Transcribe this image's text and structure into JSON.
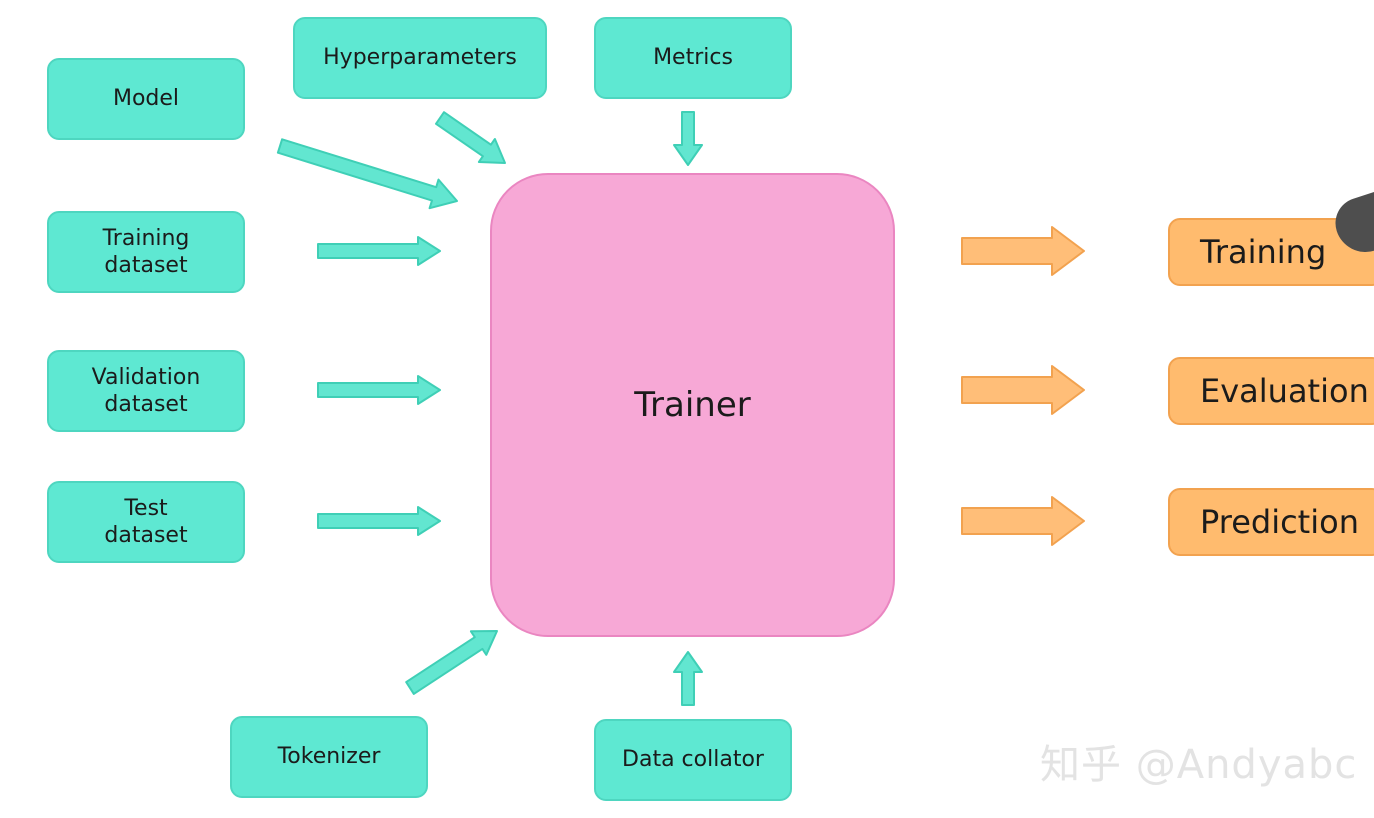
{
  "diagram": {
    "inputs": {
      "model": "Model",
      "hyperparameters": "Hyperparameters",
      "metrics": "Metrics",
      "training_dataset": "Training\ndataset",
      "validation_dataset": "Validation\ndataset",
      "test_dataset": "Test\ndataset",
      "tokenizer": "Tokenizer",
      "data_collator": "Data collator"
    },
    "center": "Trainer",
    "outputs": {
      "training": "Training",
      "evaluation": "Evaluation",
      "prediction": "Prediction"
    }
  },
  "watermark": "知乎 @Andyabc",
  "colors": {
    "input_fill": "#5ee8d2",
    "input_arrow": "#62e6d0",
    "center_fill": "#f7a8d6",
    "output_fill": "#ffbb6e",
    "output_arrow": "#ffbe78"
  }
}
